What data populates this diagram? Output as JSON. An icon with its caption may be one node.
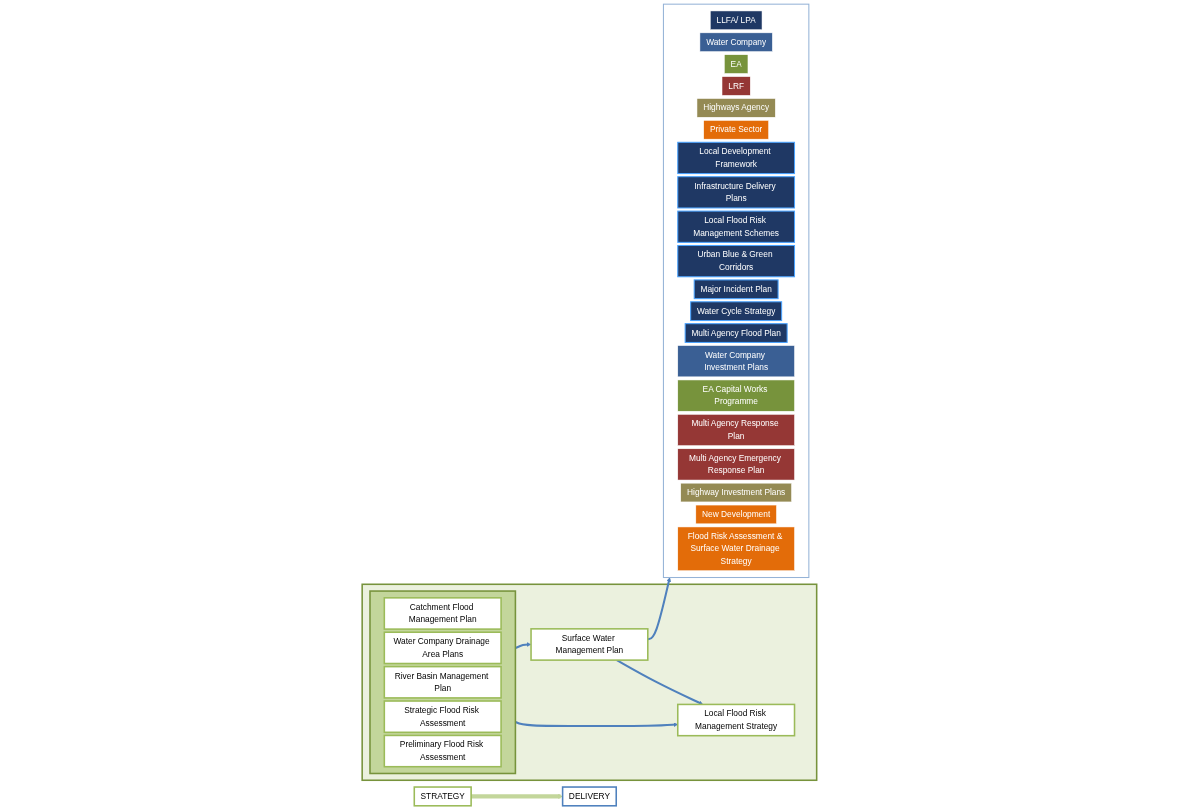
{
  "diagram": {
    "nodes": [
      {
        "text": [
          "STRATEGY"
        ]
      },
      {
        "text": [
          "DELIVERY"
        ]
      },
      {
        "text": [],
        "shape": "box"
      },
      {
        "text": [
          "Local Flood Risk Management Strategy"
        ],
        "in": 2
      },
      {
        "text": [],
        "shape": "box",
        "in": 2
      },
      {
        "text": [
          "Catchment Flood Management Plan"
        ],
        "in": 4
      },
      {
        "text": [
          "Water Company Drainage Area Plans"
        ],
        "in": 4
      },
      {
        "text": [
          "River Basin Management Plan"
        ],
        "in": 4
      },
      {
        "text": [
          "Strategic Flood Risk Assessment"
        ],
        "in": 4
      },
      {
        "text": [
          "Preliminary Flood Risk Assessment"
        ],
        "in": 4
      },
      {
        "text": [
          "Surface Water Management Plan"
        ],
        "in": 2
      },
      {
        "text": [],
        "shape": "box"
      },
      {
        "text": [
          "LLFA/ LPA"
        ],
        "in": 11
      },
      {
        "text": [
          "Water Company"
        ],
        "in": 11
      },
      {
        "text": [
          "EA"
        ],
        "in": 11
      },
      {
        "text": [
          "LRF"
        ],
        "in": 11
      },
      {
        "text": [
          "Highways Agency"
        ],
        "in": 11
      },
      {
        "text": [
          "Private Sector"
        ],
        "in": 11
      },
      {
        "text": [
          "Local Development Framework"
        ],
        "in": 11
      },
      {
        "text": [
          "Infrastructure Delivery Plans"
        ],
        "in": 11
      },
      {
        "text": [
          "Local Flood Risk Management Schemes"
        ],
        "in": 11
      },
      {
        "text": [
          "Urban Blue & Green Corridors"
        ],
        "in": 11
      },
      {
        "text": [
          "Major Incident Plan"
        ],
        "in": 11
      },
      {
        "text": [
          "Water Cycle Strategy"
        ],
        "in": 11
      },
      {
        "text": [
          "Multi Agency Flood Plan"
        ],
        "in": 11
      },
      {
        "text": [
          "Water Company Investment Plans"
        ],
        "in": 11
      },
      {
        "text": [
          "EA Capital Works Programme"
        ],
        "in": 11
      },
      {
        "text": [
          "Multi Agency Response Plan"
        ],
        "in": 11
      },
      {
        "text": [
          "Multi Agency Emergency Response Plan"
        ],
        "in": 11
      },
      {
        "text": [
          "Highway Investment Plans"
        ],
        "in": 11
      },
      {
        "text": [
          "New Development"
        ],
        "in": 11
      },
      {
        "text": [
          "Flood Risk Assessment & Surface Water Drainage Strategy"
        ],
        "in": 11
      }
    ],
    "edges": [
      {
        "from": 0,
        "to": 1,
        "arrow": "to",
        "style": "thick",
        "color": "#c3d69b"
      },
      {
        "from": 4,
        "to": 3,
        "arrow": "to"
      },
      {
        "from": 4,
        "to": 10,
        "arrow": "to"
      },
      {
        "from": 10,
        "to": 3,
        "arrow": "to"
      },
      {
        "from": 10,
        "to": 11,
        "arrow": "to"
      }
    ]
  }
}
